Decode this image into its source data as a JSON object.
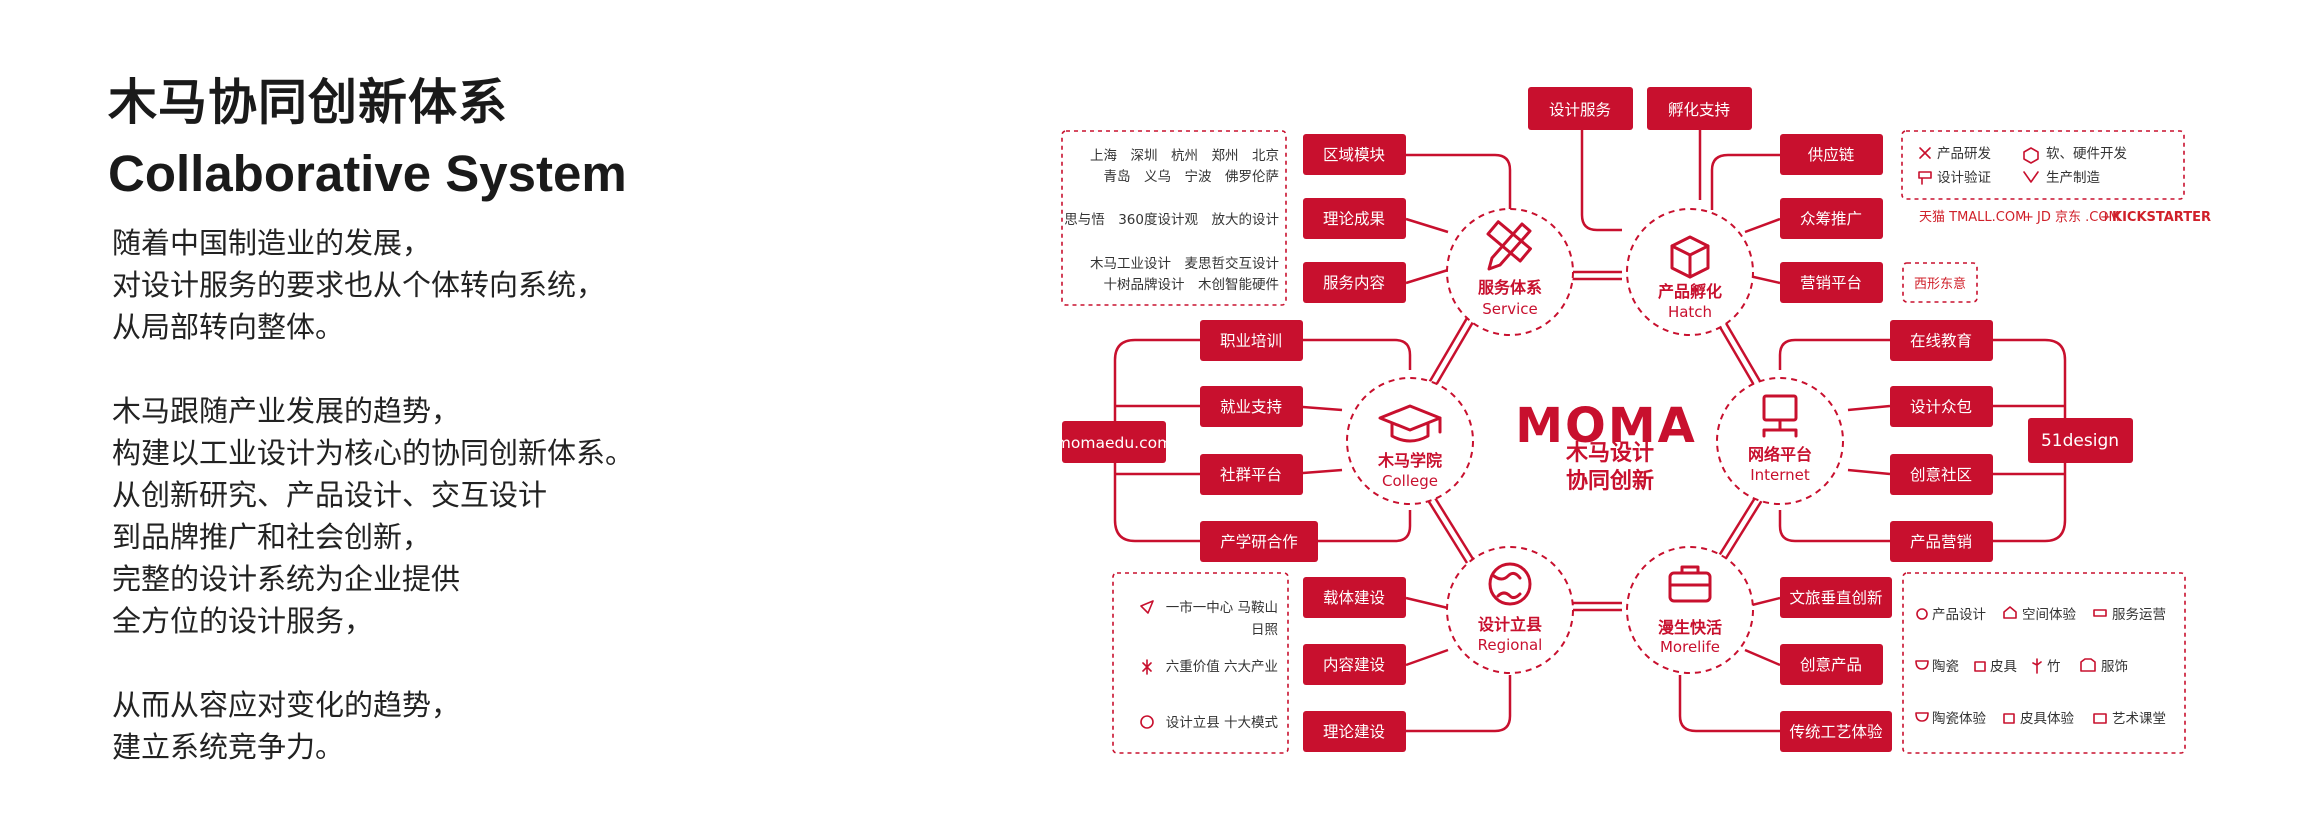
{
  "heading": {
    "title_cn": "木马协同创新体系",
    "title_en": "Collaborative System"
  },
  "intro": {
    "p1": [
      "随着中国制造业的发展，",
      "对设计服务的要求也从个体转向系统，",
      "从局部转向整体。"
    ],
    "p2": [
      "木马跟随产业发展的趋势，",
      "构建以工业设计为核心的协同创新体系。",
      "从创新研究、产品设计、交互设计",
      "到品牌推广和社会创新，",
      "完整的设计系统为企业提供",
      "全方位的设计服务，"
    ],
    "p3": [
      "从而从容应对变化的趋势，",
      "建立系统竞争力。"
    ]
  },
  "center": {
    "logo": "MOMA",
    "line1": "木马设计",
    "line2": "协同创新"
  },
  "hubs": {
    "service": {
      "cn": "服务体系",
      "en": "Service",
      "icon": "ruler-pencil-icon"
    },
    "hatch": {
      "cn": "产品孵化",
      "en": "Hatch",
      "icon": "open-box-icon"
    },
    "college": {
      "cn": "木马学院",
      "en": "College",
      "icon": "graduation-cap-icon"
    },
    "internet": {
      "cn": "网络平台",
      "en": "Internet",
      "icon": "computer-network-icon"
    },
    "regional": {
      "cn": "设计立县",
      "en": "Regional",
      "icon": "globe-icon"
    },
    "morelife": {
      "cn": "漫生快活",
      "en": "Morelife",
      "icon": "briefcase-icon"
    }
  },
  "top_labels": [
    "设计服务",
    "孵化支持"
  ],
  "service": {
    "labels": [
      "区域模块",
      "理论成果",
      "服务内容"
    ],
    "notes": {
      "cities_1": "上海　深圳　杭州　郑州　北京",
      "cities_2": "青岛　义乌　宁波　佛罗伦萨",
      "theory": "思与悟　360度设计观　放大的设计",
      "content_1": "木马工业设计　麦思哲交互设计",
      "content_2": "十树品牌设计　木创智能硬件"
    }
  },
  "hatch": {
    "labels": [
      "供应链",
      "众筹推广",
      "营销平台"
    ],
    "notes": {
      "supply": [
        "产品研发",
        "软、硬件开发",
        "设计验证",
        "生产制造"
      ],
      "platforms": [
        "天猫 TMALL.COM",
        "JD 京东 .COM",
        "KICKSTARTER"
      ],
      "plus": "+",
      "market": "西形东意"
    }
  },
  "college": {
    "labels": [
      "职业培训",
      "就业支持",
      "社群平台",
      "产学研合作"
    ],
    "site": "momaedu.com"
  },
  "internet": {
    "labels": [
      "在线教育",
      "设计众包",
      "创意社区",
      "产品营销"
    ],
    "site": "51design"
  },
  "regional": {
    "labels": [
      "载体建设",
      "内容建设",
      "理论建设"
    ],
    "notes": {
      "carrier_1": "一市一中心  马鞍山",
      "carrier_2": "日照",
      "content": "六重价值 六大产业",
      "theory": "设计立县  十大模式"
    }
  },
  "morelife": {
    "labels": [
      "文旅垂直创新",
      "创意产品",
      "传统工艺体验"
    ],
    "notes": {
      "row1": [
        "产品设计",
        "空间体验",
        "服务运营"
      ],
      "row2": [
        "陶瓷",
        "皮具",
        "竹",
        "服饰"
      ],
      "row3": [
        "陶瓷体验",
        "皮具体验",
        "艺术课堂"
      ]
    }
  },
  "colors": {
    "brand_red": "#c8102e",
    "text": "#1a1a1a"
  }
}
